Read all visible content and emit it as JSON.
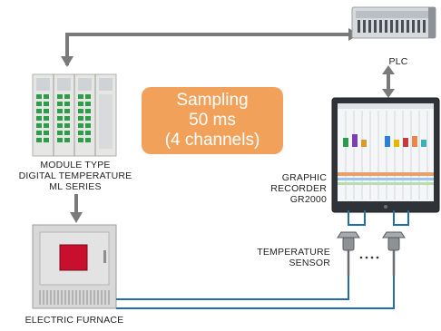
{
  "labels": {
    "plc": "PLC",
    "module_lines": [
      "MODULE TYPE",
      "DIGITAL TEMPERATURE",
      "ML SERIES"
    ],
    "recorder_lines": [
      "GRAPHIC",
      "RECORDER",
      "GR2000"
    ],
    "sensor_lines": [
      "TEMPERATURE",
      "SENSOR"
    ],
    "furnace": "ELECTRIC FURNACE"
  },
  "badge": {
    "line1": "Sampling",
    "line2": "50 ms",
    "line3": "(4 channels)"
  },
  "colors": {
    "badge": "#f2a15a",
    "arrow": "#7a7a7a",
    "cable": "#1f6fa8",
    "furnace_window": "#c8102e"
  }
}
